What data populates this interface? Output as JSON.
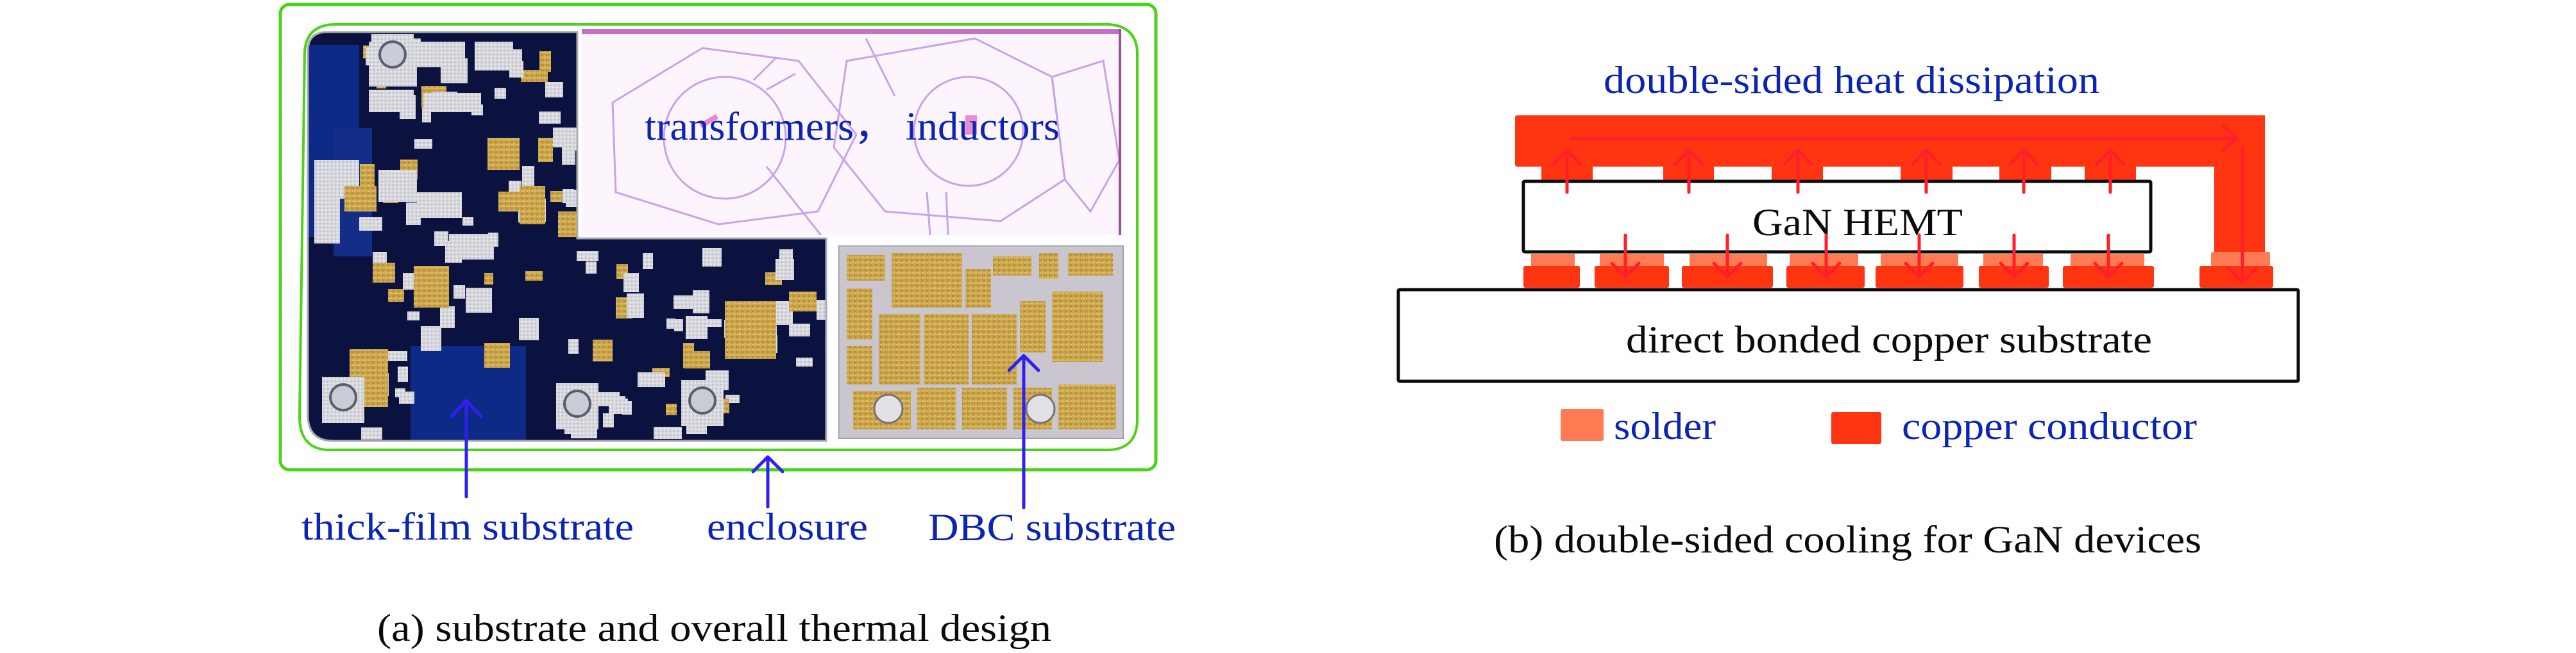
{
  "panel_a": {
    "caption": "(a) substrate and overall thermal design",
    "overlay_label": "transformers， inductors",
    "callouts": [
      {
        "id": "thick-film",
        "label": "thick-film substrate"
      },
      {
        "id": "enclosure",
        "label": "enclosure"
      },
      {
        "id": "dbc",
        "label": "DBC substrate"
      }
    ],
    "images": [
      {
        "id": "thick-film-photo",
        "description": "thick-film substrate circuit board photo"
      },
      {
        "id": "magnetics-drawing",
        "description": "transformer and inductor layout drawing"
      },
      {
        "id": "dbc-photo",
        "description": "DBC substrate photo"
      }
    ]
  },
  "panel_b": {
    "caption": "(b) double-sided cooling for GaN devices",
    "title": "double-sided heat dissipation",
    "device_label": "GaN HEMT",
    "substrate_label": "direct bonded copper substrate",
    "legend": [
      {
        "id": "solder",
        "label": "solder",
        "color": "#ff7b53"
      },
      {
        "id": "copper",
        "label": "copper conductor",
        "color": "#ff3410"
      }
    ],
    "heat_flow": {
      "upward_arrows": 6,
      "downward_arrows": 6,
      "return_path": "top copper bridge to right leg into substrate"
    }
  },
  "colors": {
    "label_blue": "#0b24b2",
    "arrow_blue": "#2f1ff0",
    "enclosure_green": "#4bd317",
    "heat_arrow": "#ff1f2b",
    "copper": "#ff3410",
    "solder": "#ff7b53",
    "outline": "#0b0d0b"
  }
}
